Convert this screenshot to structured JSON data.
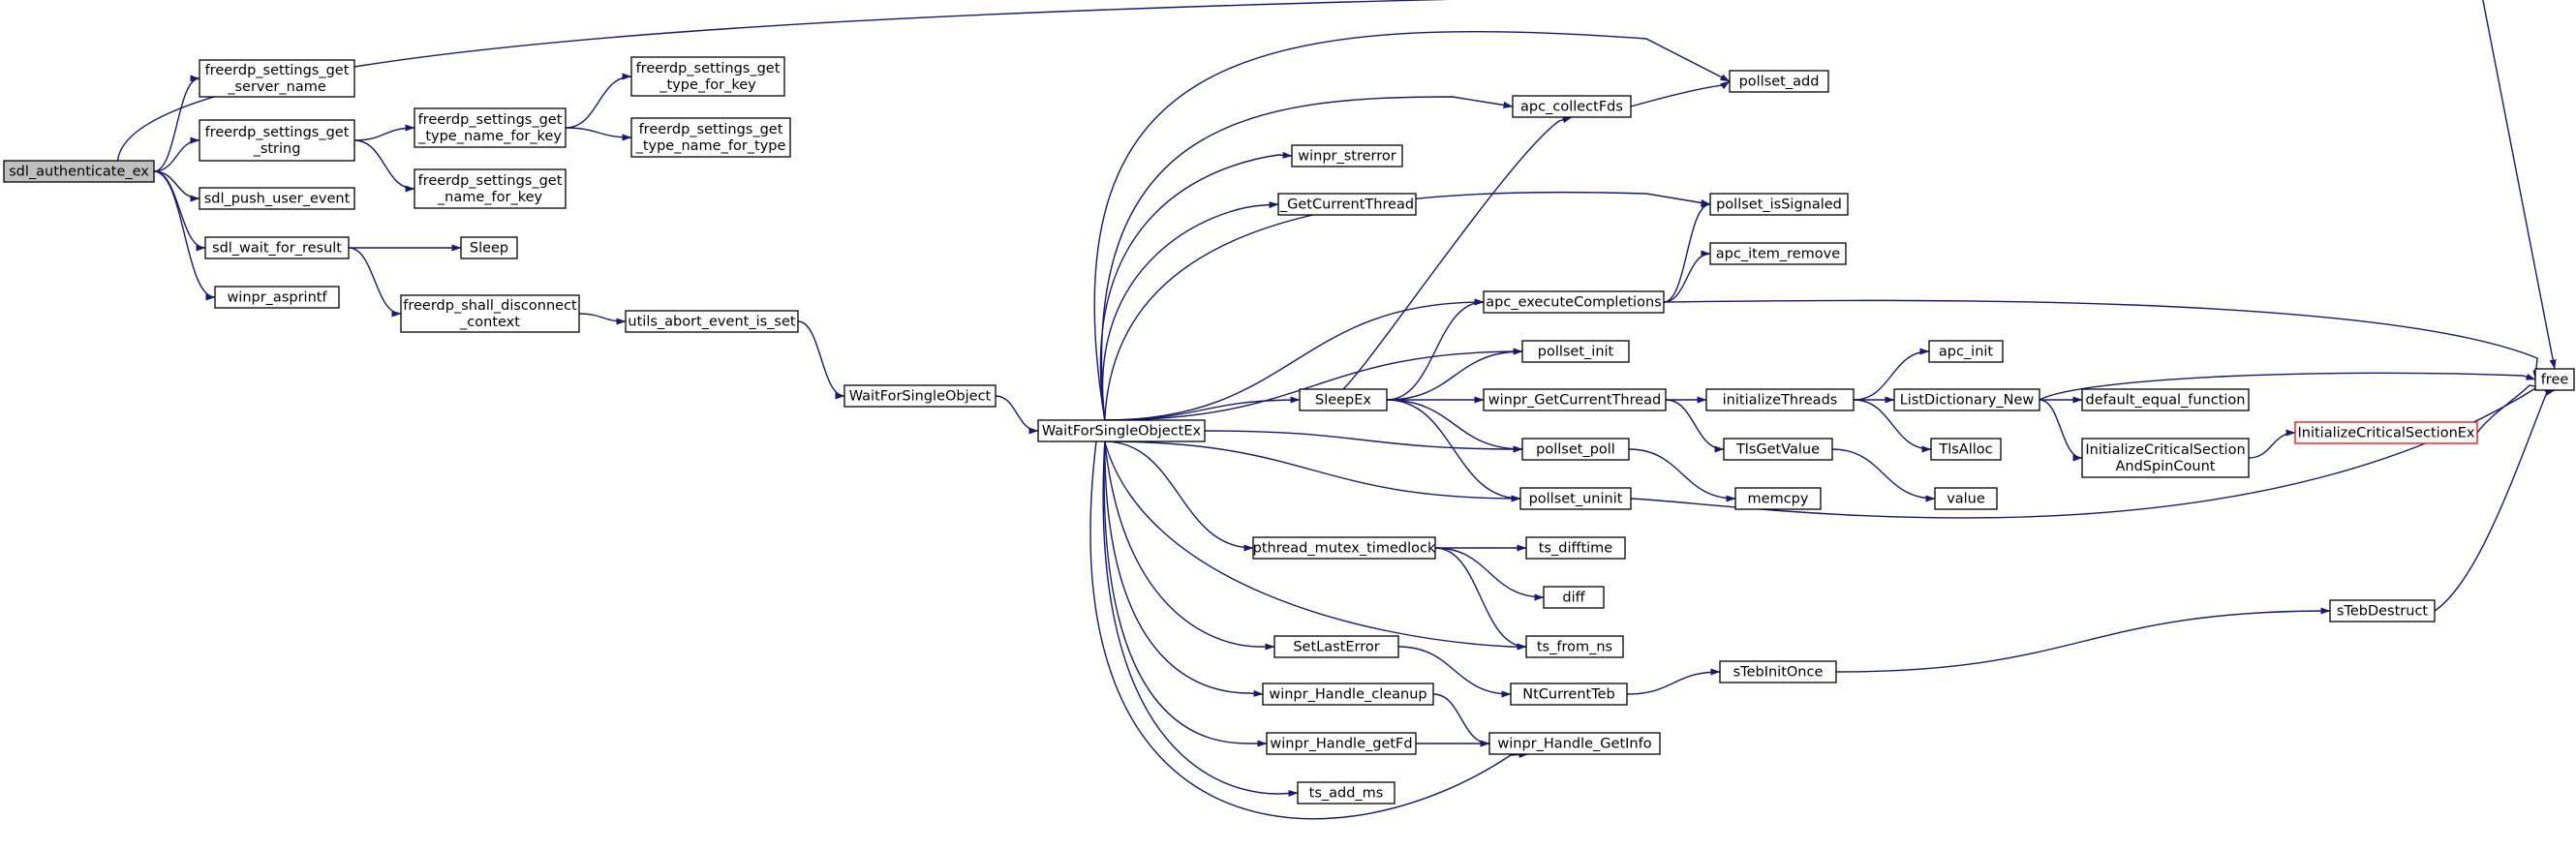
{
  "nodes": [
    {
      "id": "sdl_authenticate_ex",
      "lines": [
        "sdl_authenticate_ex"
      ],
      "style": "root"
    },
    {
      "id": "get_server_name",
      "lines": [
        "freerdp_settings_get",
        "_server_name"
      ]
    },
    {
      "id": "get_string",
      "lines": [
        "freerdp_settings_get",
        "_string"
      ]
    },
    {
      "id": "sdl_push_user_event",
      "lines": [
        "sdl_push_user_event"
      ]
    },
    {
      "id": "sdl_wait_for_result",
      "lines": [
        "sdl_wait_for_result"
      ]
    },
    {
      "id": "winpr_asprintf",
      "lines": [
        "winpr_asprintf"
      ]
    },
    {
      "id": "get_type_name_for_key",
      "lines": [
        "freerdp_settings_get",
        "_type_name_for_key"
      ]
    },
    {
      "id": "get_name_for_key",
      "lines": [
        "freerdp_settings_get",
        "_name_for_key"
      ]
    },
    {
      "id": "get_type_for_key",
      "lines": [
        "freerdp_settings_get",
        "_type_for_key"
      ]
    },
    {
      "id": "get_type_name_for_type",
      "lines": [
        "freerdp_settings_get",
        "_type_name_for_type"
      ]
    },
    {
      "id": "Sleep",
      "lines": [
        "Sleep"
      ]
    },
    {
      "id": "shall_disconnect",
      "lines": [
        "freerdp_shall_disconnect",
        "_context"
      ]
    },
    {
      "id": "utils_abort",
      "lines": [
        "utils_abort_event_is_set"
      ]
    },
    {
      "id": "WaitForSingleObject",
      "lines": [
        "WaitForSingleObject"
      ]
    },
    {
      "id": "WaitForSingleObjectEx",
      "lines": [
        "WaitForSingleObjectEx"
      ]
    },
    {
      "id": "winpr_strerror",
      "lines": [
        "winpr_strerror"
      ]
    },
    {
      "id": "GetCurrentThread",
      "lines": [
        "_GetCurrentThread"
      ]
    },
    {
      "id": "SleepEx",
      "lines": [
        "SleepEx"
      ]
    },
    {
      "id": "pthread_mutex_timedlock",
      "lines": [
        "pthread_mutex_timedlock"
      ]
    },
    {
      "id": "SetLastError",
      "lines": [
        "SetLastError"
      ]
    },
    {
      "id": "winpr_Handle_cleanup",
      "lines": [
        "winpr_Handle_cleanup"
      ]
    },
    {
      "id": "winpr_Handle_getFd",
      "lines": [
        "winpr_Handle_getFd"
      ]
    },
    {
      "id": "ts_add_ms",
      "lines": [
        "ts_add_ms"
      ]
    },
    {
      "id": "apc_collectFds",
      "lines": [
        "apc_collectFds"
      ]
    },
    {
      "id": "apc_executeCompletions",
      "lines": [
        "apc_executeCompletions"
      ]
    },
    {
      "id": "pollset_init",
      "lines": [
        "pollset_init"
      ]
    },
    {
      "id": "winpr_GetCurrentThread",
      "lines": [
        "winpr_GetCurrentThread"
      ]
    },
    {
      "id": "pollset_poll",
      "lines": [
        "pollset_poll"
      ]
    },
    {
      "id": "pollset_uninit",
      "lines": [
        "pollset_uninit"
      ]
    },
    {
      "id": "ts_difftime",
      "lines": [
        "ts_difftime"
      ]
    },
    {
      "id": "diff",
      "lines": [
        "diff"
      ]
    },
    {
      "id": "ts_from_ns",
      "lines": [
        "ts_from_ns"
      ]
    },
    {
      "id": "NtCurrentTeb",
      "lines": [
        "NtCurrentTeb"
      ]
    },
    {
      "id": "winpr_Handle_GetInfo",
      "lines": [
        "winpr_Handle_GetInfo"
      ]
    },
    {
      "id": "pollset_add",
      "lines": [
        "pollset_add"
      ]
    },
    {
      "id": "pollset_isSignaled",
      "lines": [
        "pollset_isSignaled"
      ]
    },
    {
      "id": "apc_item_remove",
      "lines": [
        "apc_item_remove"
      ]
    },
    {
      "id": "initializeThreads",
      "lines": [
        "initializeThreads"
      ]
    },
    {
      "id": "TlsGetValue",
      "lines": [
        "TlsGetValue"
      ]
    },
    {
      "id": "memcpy",
      "lines": [
        "memcpy"
      ]
    },
    {
      "id": "sTebInitOnce",
      "lines": [
        "sTebInitOnce"
      ]
    },
    {
      "id": "apc_init",
      "lines": [
        "apc_init"
      ]
    },
    {
      "id": "ListDictionary_New",
      "lines": [
        "ListDictionary_New"
      ]
    },
    {
      "id": "TlsAlloc",
      "lines": [
        "TlsAlloc"
      ]
    },
    {
      "id": "value",
      "lines": [
        "value"
      ]
    },
    {
      "id": "default_equal_function",
      "lines": [
        "default_equal_function"
      ]
    },
    {
      "id": "InitCSAndSpinCount",
      "lines": [
        "InitializeCriticalSection",
        "AndSpinCount"
      ]
    },
    {
      "id": "InitializeCriticalSectionEx",
      "lines": [
        "InitializeCriticalSectionEx"
      ],
      "style": "hl"
    },
    {
      "id": "sTebDestruct",
      "lines": [
        "sTebDestruct"
      ]
    },
    {
      "id": "free",
      "lines": [
        "free"
      ]
    }
  ],
  "edges": [
    [
      "sdl_authenticate_ex",
      "get_server_name"
    ],
    [
      "sdl_authenticate_ex",
      "get_string"
    ],
    [
      "sdl_authenticate_ex",
      "sdl_push_user_event"
    ],
    [
      "sdl_authenticate_ex",
      "sdl_wait_for_result"
    ],
    [
      "sdl_authenticate_ex",
      "winpr_asprintf"
    ],
    [
      "sdl_authenticate_ex",
      "free"
    ],
    [
      "get_string",
      "get_type_name_for_key"
    ],
    [
      "get_string",
      "get_name_for_key"
    ],
    [
      "get_type_name_for_key",
      "get_type_for_key"
    ],
    [
      "get_type_name_for_key",
      "get_type_name_for_type"
    ],
    [
      "sdl_wait_for_result",
      "Sleep"
    ],
    [
      "sdl_wait_for_result",
      "shall_disconnect"
    ],
    [
      "shall_disconnect",
      "utils_abort"
    ],
    [
      "utils_abort",
      "WaitForSingleObject"
    ],
    [
      "WaitForSingleObject",
      "WaitForSingleObjectEx"
    ],
    [
      "WaitForSingleObjectEx",
      "pollset_add"
    ],
    [
      "WaitForSingleObjectEx",
      "apc_collectFds"
    ],
    [
      "WaitForSingleObjectEx",
      "winpr_strerror"
    ],
    [
      "WaitForSingleObjectEx",
      "GetCurrentThread"
    ],
    [
      "WaitForSingleObjectEx",
      "pollset_isSignaled"
    ],
    [
      "WaitForSingleObjectEx",
      "apc_executeCompletions"
    ],
    [
      "WaitForSingleObjectEx",
      "pollset_init"
    ],
    [
      "WaitForSingleObjectEx",
      "SleepEx"
    ],
    [
      "WaitForSingleObjectEx",
      "pollset_poll"
    ],
    [
      "WaitForSingleObjectEx",
      "pollset_uninit"
    ],
    [
      "WaitForSingleObjectEx",
      "pthread_mutex_timedlock"
    ],
    [
      "WaitForSingleObjectEx",
      "ts_from_ns"
    ],
    [
      "WaitForSingleObjectEx",
      "SetLastError"
    ],
    [
      "WaitForSingleObjectEx",
      "winpr_Handle_cleanup"
    ],
    [
      "WaitForSingleObjectEx",
      "winpr_Handle_getFd"
    ],
    [
      "WaitForSingleObjectEx",
      "ts_add_ms"
    ],
    [
      "WaitForSingleObjectEx",
      "winpr_Handle_GetInfo"
    ],
    [
      "SleepEx",
      "apc_collectFds"
    ],
    [
      "SleepEx",
      "apc_executeCompletions"
    ],
    [
      "SleepEx",
      "pollset_init"
    ],
    [
      "SleepEx",
      "winpr_GetCurrentThread"
    ],
    [
      "SleepEx",
      "pollset_poll"
    ],
    [
      "SleepEx",
      "pollset_uninit"
    ],
    [
      "apc_collectFds",
      "pollset_add"
    ],
    [
      "apc_executeCompletions",
      "pollset_isSignaled"
    ],
    [
      "apc_executeCompletions",
      "apc_item_remove"
    ],
    [
      "apc_executeCompletions",
      "free"
    ],
    [
      "winpr_GetCurrentThread",
      "initializeThreads"
    ],
    [
      "winpr_GetCurrentThread",
      "TlsGetValue"
    ],
    [
      "pollset_poll",
      "memcpy"
    ],
    [
      "pollset_uninit",
      "free"
    ],
    [
      "pthread_mutex_timedlock",
      "ts_difftime"
    ],
    [
      "pthread_mutex_timedlock",
      "diff"
    ],
    [
      "pthread_mutex_timedlock",
      "ts_from_ns"
    ],
    [
      "SetLastError",
      "NtCurrentTeb"
    ],
    [
      "winpr_Handle_cleanup",
      "winpr_Handle_GetInfo"
    ],
    [
      "winpr_Handle_getFd",
      "winpr_Handle_GetInfo"
    ],
    [
      "NtCurrentTeb",
      "sTebInitOnce"
    ],
    [
      "sTebInitOnce",
      "sTebDestruct"
    ],
    [
      "sTebDestruct",
      "free"
    ],
    [
      "initializeThreads",
      "apc_init"
    ],
    [
      "initializeThreads",
      "ListDictionary_New"
    ],
    [
      "initializeThreads",
      "TlsAlloc"
    ],
    [
      "TlsGetValue",
      "value"
    ],
    [
      "ListDictionary_New",
      "free"
    ],
    [
      "ListDictionary_New",
      "default_equal_function"
    ],
    [
      "ListDictionary_New",
      "InitCSAndSpinCount"
    ],
    [
      "InitCSAndSpinCount",
      "InitializeCriticalSectionEx"
    ],
    [
      "InitializeCriticalSectionEx",
      "free"
    ]
  ],
  "colors": {
    "edge": "#191970",
    "root_fill": "#bfbfbf",
    "highlight_border": "#ff0000"
  }
}
